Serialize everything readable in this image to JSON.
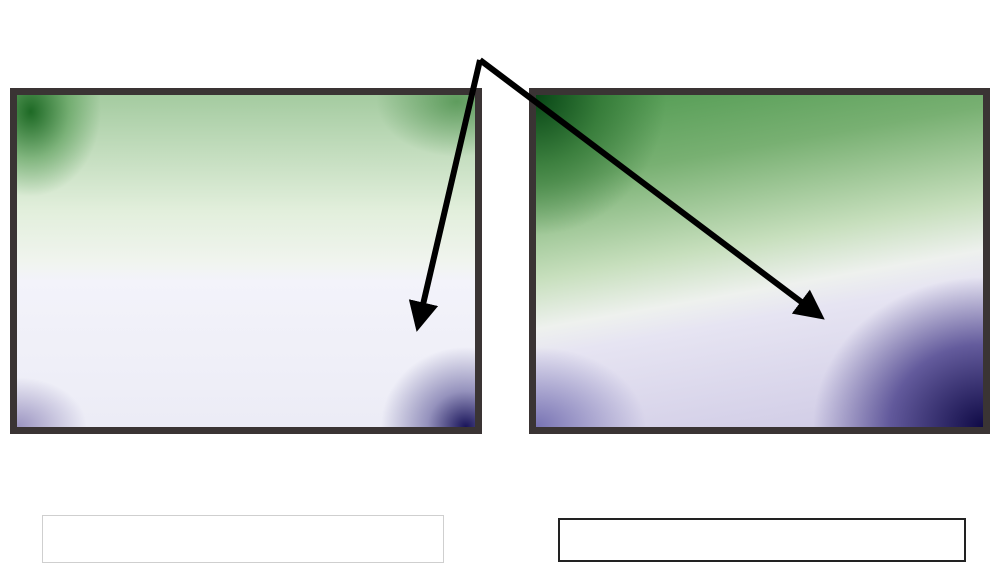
{
  "figure": {
    "panels": [
      {
        "id": "a",
        "colormap": "green-white-purple",
        "colors": {
          "high": "#0f4a18",
          "mid": "#f3f3fa",
          "low": "#1a1456"
        },
        "caption": "",
        "bandwidth_label": ""
      },
      {
        "id": "b",
        "colormap": "green-white-purple",
        "colors": {
          "high": "#083f14",
          "mid": "#eef1ee",
          "low": "#120c4a"
        },
        "caption": "",
        "bandwidth_label": ""
      }
    ],
    "top_label": "",
    "arrow_color": "#000000",
    "frame_color": "#3a3434"
  }
}
